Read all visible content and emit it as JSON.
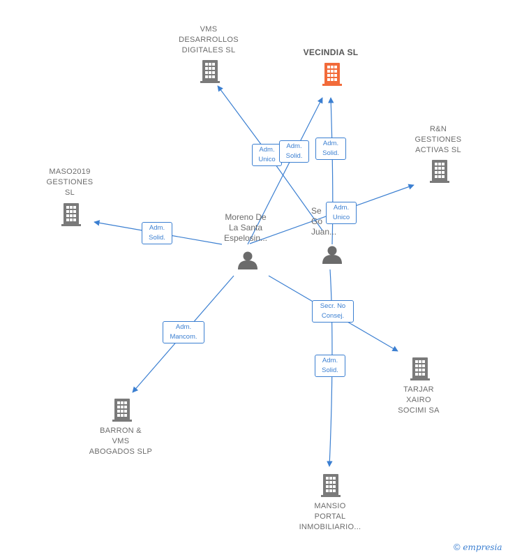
{
  "colors": {
    "edge": "#3b7fd1",
    "company": "#7a7a7a",
    "main_company": "#f26b3a",
    "person": "#6b6b6b"
  },
  "companies": {
    "vecindia": "VECINDIA SL",
    "vms_desarrollos": "VMS\nDESARROLLOS\nDIGITALES SL",
    "rn_gestiones": "R&N\nGESTIONES\nACTIVAS SL",
    "maso2019": "MASO2019\nGESTIONES\nSL",
    "tarjar": "TARJAR\nXAIRO\nSOCIMI SA",
    "barron": "BARRON &\nVMS\nABOGADOS SLP",
    "mansio": "MANSIO\nPORTAL\nINMOBILIARIO..."
  },
  "persons": {
    "moreno": "Moreno De\nLa Santa\nEspelosin...",
    "secr": "Se\nGo\nJuan..."
  },
  "edges": {
    "adm_unico_vms": "Adm.\nUnico",
    "adm_solid_vecindia_moreno": "Adm.\nSolid.",
    "adm_solid_vecindia_secr": "Adm.\nSolid.",
    "adm_unico_rn": "Adm.\nUnico",
    "adm_solid_maso": "Adm.\nSolid.",
    "secr_no_consej": "Secr.  No\nConsej.",
    "adm_mancom": "Adm.\nMancom.",
    "adm_solid_mansio": "Adm.\nSolid."
  },
  "brand": {
    "copyright": "©",
    "name": "empresia"
  }
}
